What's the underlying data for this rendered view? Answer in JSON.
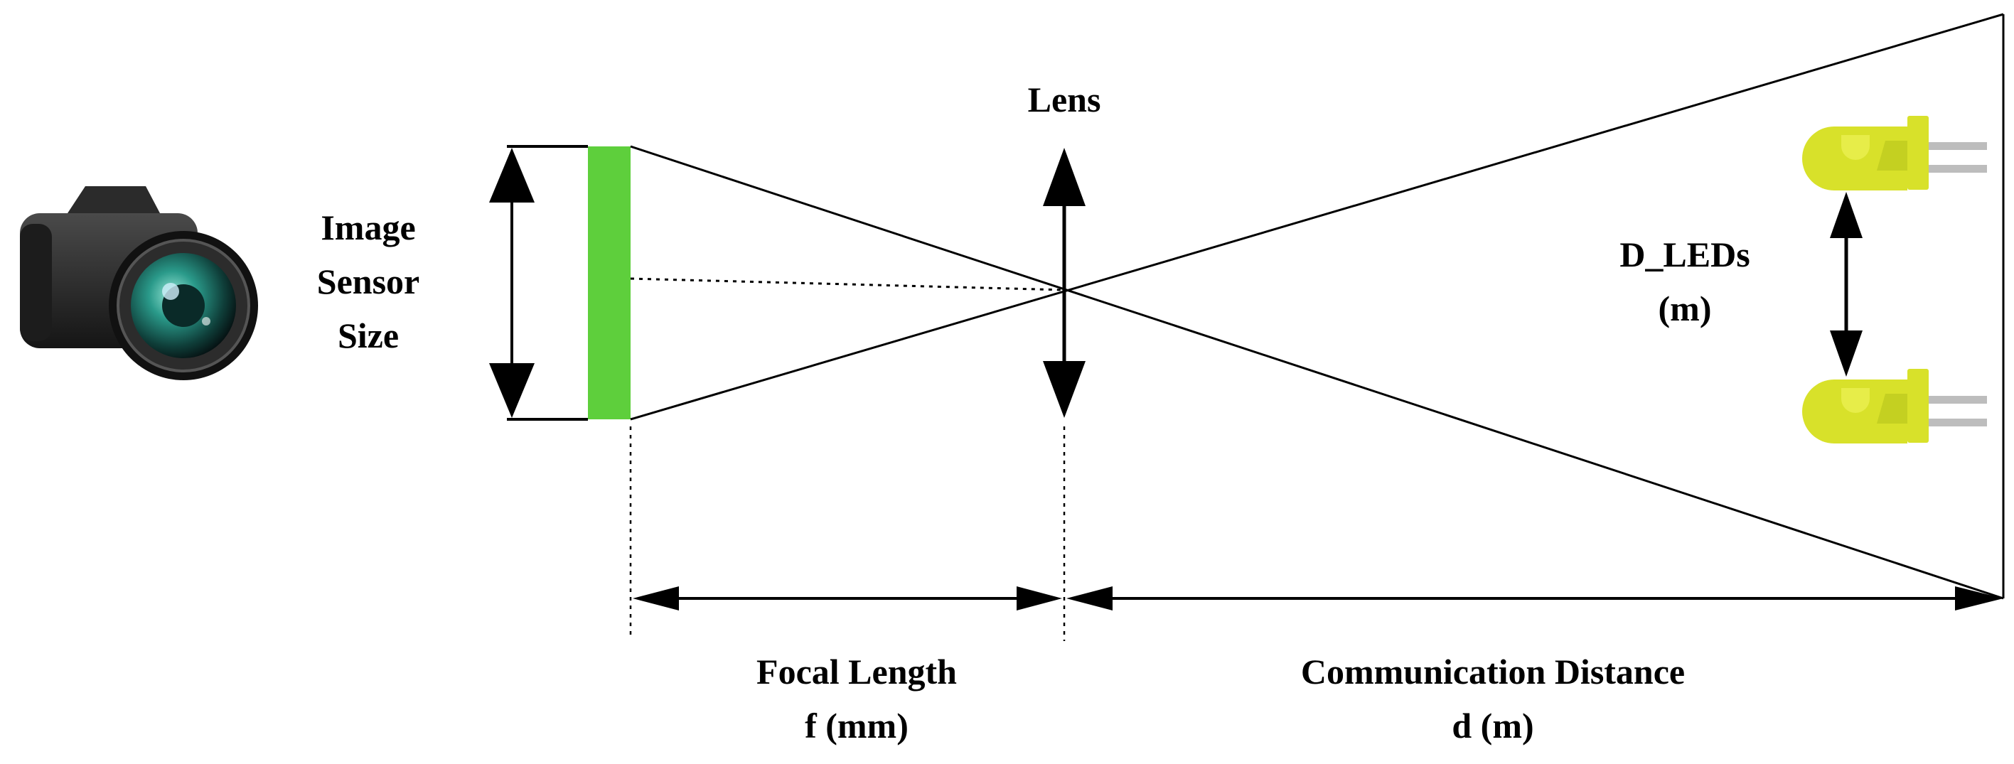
{
  "labels": {
    "image_sensor_size": [
      "Image",
      "Sensor",
      "Size"
    ],
    "lens": "Lens",
    "d_leds": [
      "D_LEDs",
      "(m)"
    ],
    "focal_length": [
      "Focal Length",
      "f (mm)"
    ],
    "communication_distance": [
      "Communication Distance",
      "d (m)"
    ]
  },
  "colors": {
    "sensor": "#5ecf3c",
    "led_body": "#d8e12a",
    "led_body_light": "#eef257",
    "led_window": "#b8c51c",
    "led_pins": "#bdbdbd",
    "camera_body": "#2a2a2a",
    "camera_lens_ring": "#1b1b1b",
    "camera_lens_glass": "#2a8a7d",
    "camera_lens_glint": "#8fd5ff",
    "line": "#000000"
  },
  "icons": [
    "camera-icon",
    "led-icon",
    "led-icon"
  ]
}
